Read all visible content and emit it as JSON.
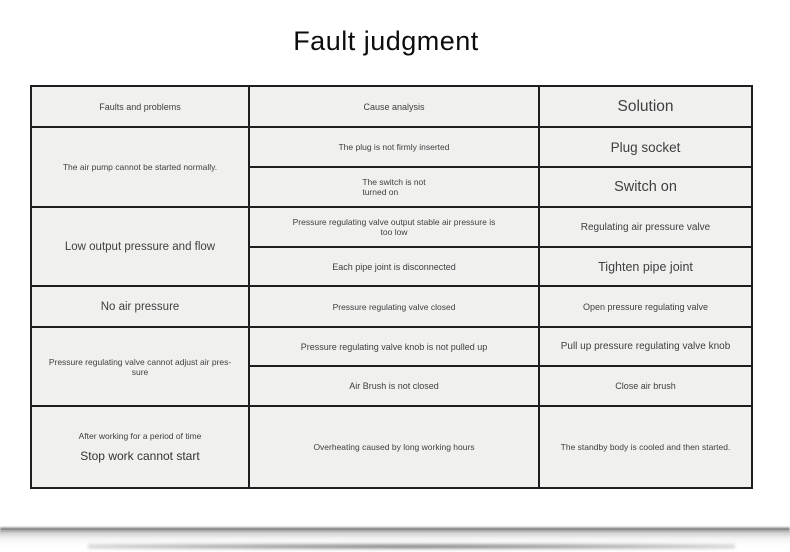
{
  "page": {
    "title": "Fault judgment"
  },
  "table": {
    "headers": {
      "faults": "Faults and problems",
      "cause": "Cause analysis",
      "solution": "Solution"
    },
    "groups": [
      {
        "fault": "The air pump cannot be started normally.",
        "rows": [
          {
            "cause": "The plug is not firmly inserted",
            "solution": "Plug socket"
          },
          {
            "cause": "The switch is not\nturned on",
            "solution": "Switch on"
          }
        ]
      },
      {
        "fault": "Low output pressure and flow",
        "rows": [
          {
            "cause": "Pressure regulating valve output stable air pressure is\ntoo low",
            "solution": "Regulating air pressure valve"
          },
          {
            "cause": "Each pipe joint is disconnected",
            "solution": "Tighten pipe joint"
          }
        ]
      },
      {
        "fault": "No air pressure",
        "rows": [
          {
            "cause": "Pressure regulating valve closed",
            "solution": "Open pressure regulating valve"
          }
        ]
      },
      {
        "fault": "Pressure regulating valve cannot adjust air pres-\nsure",
        "rows": [
          {
            "cause": "Pressure regulating valve knob is not pulled up",
            "solution": "Pull up pressure regulating valve knob"
          },
          {
            "cause": "Air Brush is not closed",
            "solution": "Close air brush"
          }
        ]
      },
      {
        "fault_line1": "After working for a period of time",
        "fault_line2": "Stop work cannot start",
        "rows": [
          {
            "cause": "Overheating caused by long working hours",
            "solution": "The standby body is cooled and then started."
          }
        ]
      }
    ]
  }
}
